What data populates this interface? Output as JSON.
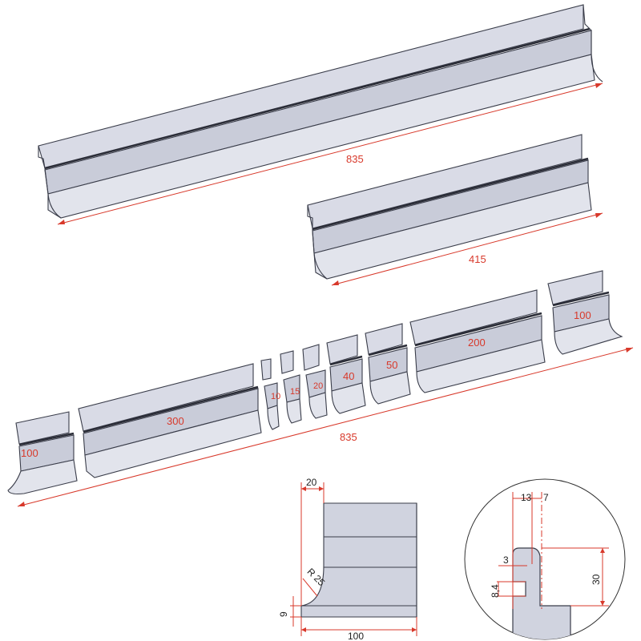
{
  "colors": {
    "dimension": "#d8392b",
    "tool_face": "#d0d3df",
    "outline": "#3a3d4a"
  },
  "long_segment": {
    "length_label": "835"
  },
  "medium_segment": {
    "length_label": "415"
  },
  "segmented_set": {
    "total_label": "835",
    "pieces": [
      "100",
      "300",
      "10",
      "15",
      "20",
      "40",
      "50",
      "200",
      "100"
    ]
  },
  "profile_detail": {
    "width_top": "20",
    "radius": "R 25",
    "base_height": "9",
    "width_bottom": "100"
  },
  "groove_detail": {
    "dim_a": "13",
    "dim_b": "7",
    "dim_c": "3",
    "dim_d": "8,4",
    "dim_e": "30"
  }
}
